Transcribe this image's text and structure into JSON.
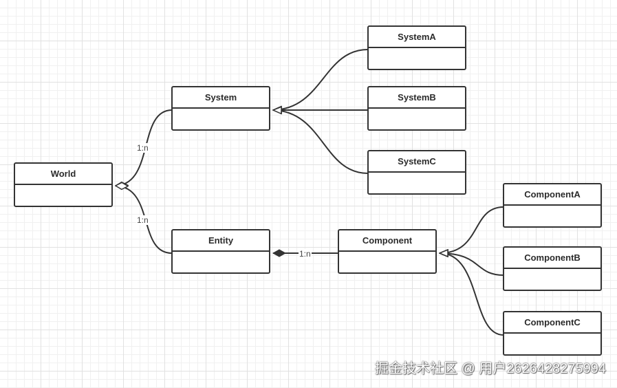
{
  "classes": {
    "world": "World",
    "system": "System",
    "system_a": "SystemA",
    "system_b": "SystemB",
    "system_c": "SystemC",
    "entity": "Entity",
    "component": "Component",
    "component_a": "ComponentA",
    "component_b": "ComponentB",
    "component_c": "ComponentC"
  },
  "relations": {
    "world_system": "1:n",
    "world_entity": "1:n",
    "entity_component": "1:n"
  },
  "watermark": "掘金技术社区 @ 用户2626428275994",
  "colors": {
    "stroke": "#333333",
    "grid": "#e1e1e1"
  }
}
